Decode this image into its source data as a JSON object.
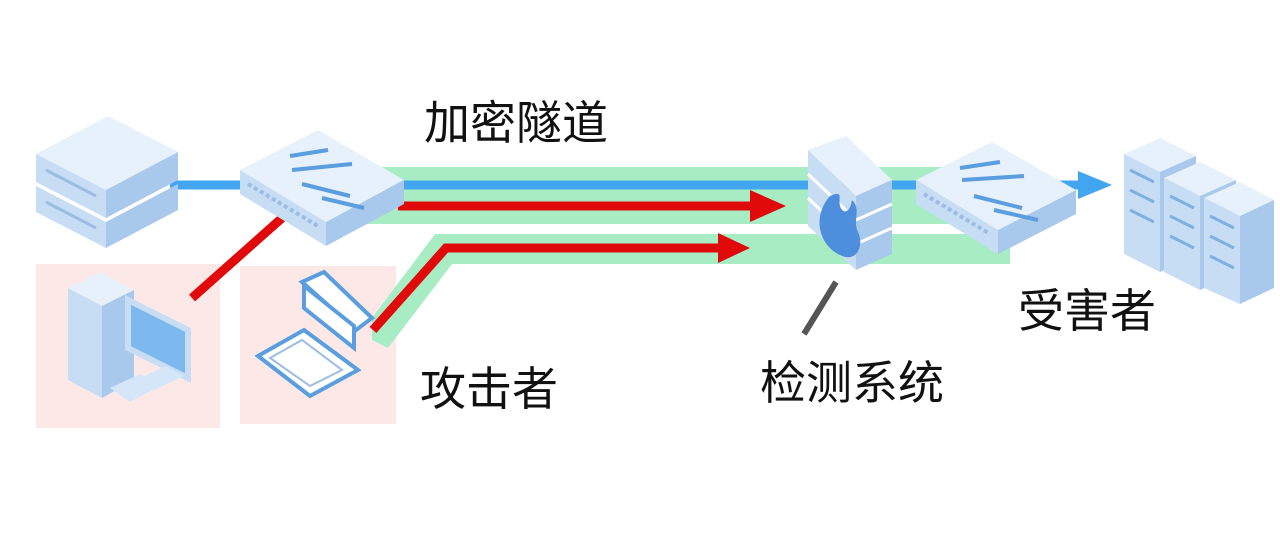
{
  "labels": {
    "tunnel": "加密隧道",
    "attacker": "攻击者",
    "detection": "检测系统",
    "victim": "受害者"
  },
  "colors": {
    "tunnel_green": "#a8ecc4",
    "traffic_blue": "#41a6ef",
    "attack_red": "#e00a0a",
    "attacker_zone": "#fde8e8",
    "device_light": "#dfeefb",
    "device_mid": "#c4dcf4",
    "device_dark": "#a9c9ec",
    "fire": "#4d8fdc"
  },
  "icons": [
    "server-icon",
    "switch-icon",
    "desktop-pc-icon",
    "laptop-icon",
    "firewall-icon",
    "server-rack-icon"
  ]
}
